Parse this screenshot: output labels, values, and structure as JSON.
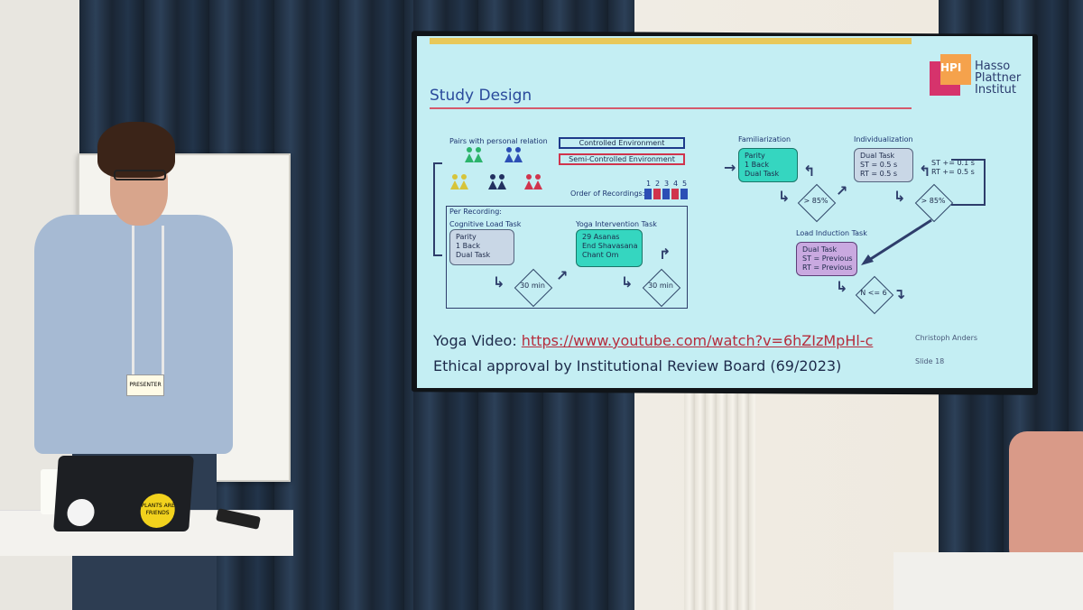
{
  "slide": {
    "logo": {
      "abbr": "HPI",
      "line1": "Hasso",
      "line2": "Plattner",
      "line3": "Institut"
    },
    "title": "Study Design",
    "left_panel": {
      "pairs_label": "Pairs with personal relation",
      "controlled_env": "Controlled Environment",
      "semi_controlled_env": "Semi-Controlled Environment",
      "order_label": "Order of Recordings:",
      "order_numbers": [
        "1",
        "2",
        "3",
        "4",
        "5"
      ],
      "per_recording": "Per Recording:",
      "cognitive_task_label": "Cognitive Load Task",
      "cognitive_task_items": "Parity\n1 Back\nDual Task",
      "yoga_task_label": "Yoga Intervention Task",
      "yoga_task_items": "29 Asanas\nEnd Shavasana\nChant Om",
      "duration_1": "30 min",
      "duration_2": "30 min"
    },
    "right_panel": {
      "familiarization_label": "Familiarization",
      "familiarization_items": "Parity\n1 Back\nDual Task",
      "individualization_label": "Individualization",
      "individualization_items": "Dual Task\nST = 0.5 s\nRT = 0.5 s",
      "threshold_1": "> 85%",
      "threshold_2": "> 85%",
      "adjust": "ST += 0.1 s\nRT += 0.5 s",
      "load_induction_label": "Load Induction Task",
      "load_induction_items": "Dual Task\nST = Previous\nRT = Previous",
      "loop_condition": "N <= 6"
    },
    "yoga_video_label": "Yoga Video: ",
    "yoga_video_url": "https://www.youtube.com/watch?v=6hZIzMpHl-c",
    "ethics": "Ethical approval by Institutional Review Board (69/2023)",
    "author": "Christoph Anders",
    "slide_number": "Slide 18"
  },
  "scene": {
    "badge_text": "PRESENTER",
    "sticker_text": "PLANTS ARE FRIENDS"
  },
  "colors": {
    "slide_bg": "#c4eef3",
    "teal_box": "#35d6c0",
    "grey_box": "#c9d7e6",
    "purple_box": "#c9a9e0",
    "controlled_border": "#1e3a8a",
    "semi_border": "#d0344d"
  }
}
